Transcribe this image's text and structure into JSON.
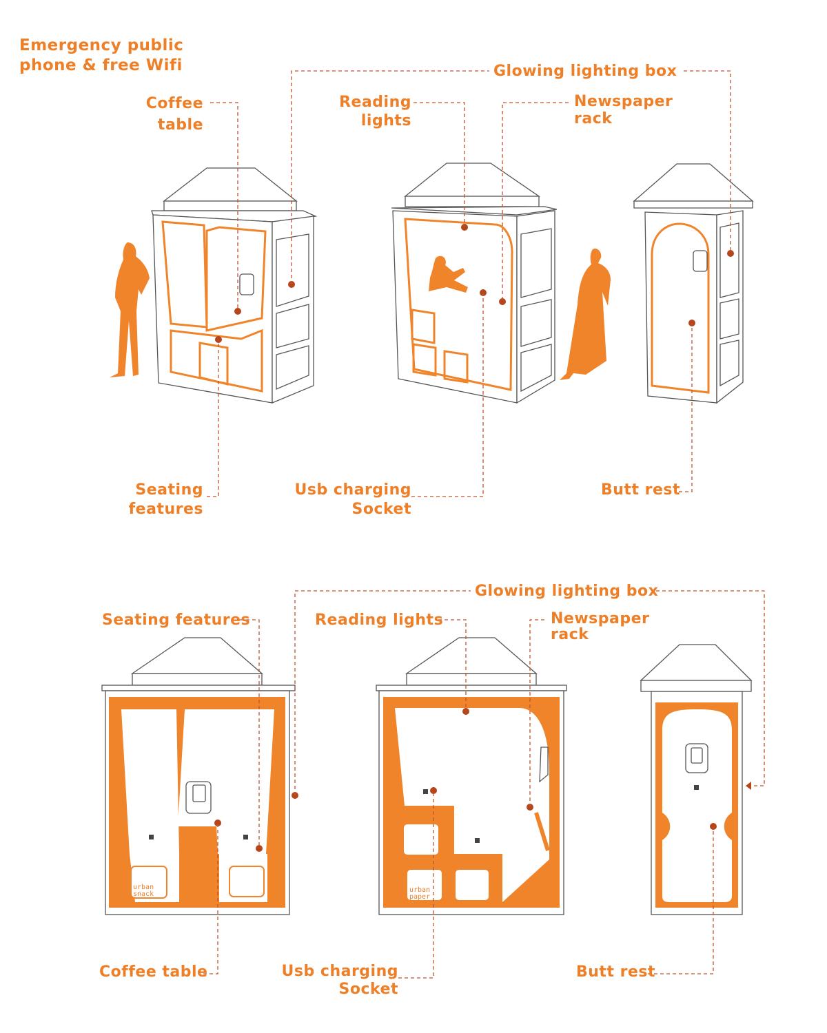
{
  "title": [
    "Emergency public",
    "phone & free Wifi"
  ],
  "colors": {
    "orange": "#f0842a",
    "dot": "#b5451b",
    "leader": "#c0552a",
    "outline": "#555555"
  },
  "top_labels": {
    "coffee_table": [
      "Coffee",
      "table"
    ],
    "glowing_lighting_box": "Glowing lighting box",
    "reading_lights": [
      "Reading",
      "lights"
    ],
    "newspaper_rack": [
      "Newspaper",
      "rack"
    ],
    "seating_features": [
      "Seating",
      "features"
    ],
    "usb_charging_socket": [
      "Usb charging",
      "Socket"
    ],
    "butt_rest": "Butt rest"
  },
  "bottom_labels": {
    "glowing_lighting_box": "Glowing lighting box",
    "seating_features": "Seating features",
    "reading_lights": "Reading lights",
    "newspaper_rack": [
      "Newspaper",
      "rack"
    ],
    "coffee_table": "Coffee table",
    "usb_charging_socket": [
      "Usb charging",
      "Socket"
    ],
    "butt_rest": "Butt rest"
  },
  "logos": {
    "snack": [
      "urban",
      "snack"
    ],
    "paper": [
      "urban",
      "paper"
    ]
  }
}
